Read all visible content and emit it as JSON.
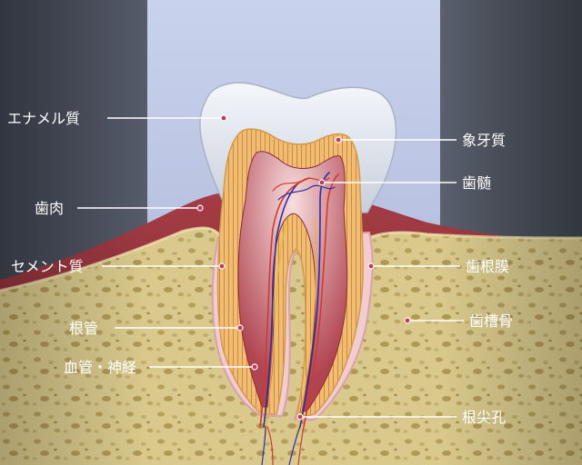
{
  "labels": {
    "enamel": "エナメル質",
    "dentin": "象牙質",
    "pulp": "歯髄",
    "gingiva": "歯肉",
    "cementum": "セメント質",
    "periodontal_ligament": "歯根膜",
    "alveolar_bone": "歯槽骨",
    "root_canal": "根管",
    "vessels_nerves": "血管・神経",
    "apical_foramen": "根尖孔"
  }
}
